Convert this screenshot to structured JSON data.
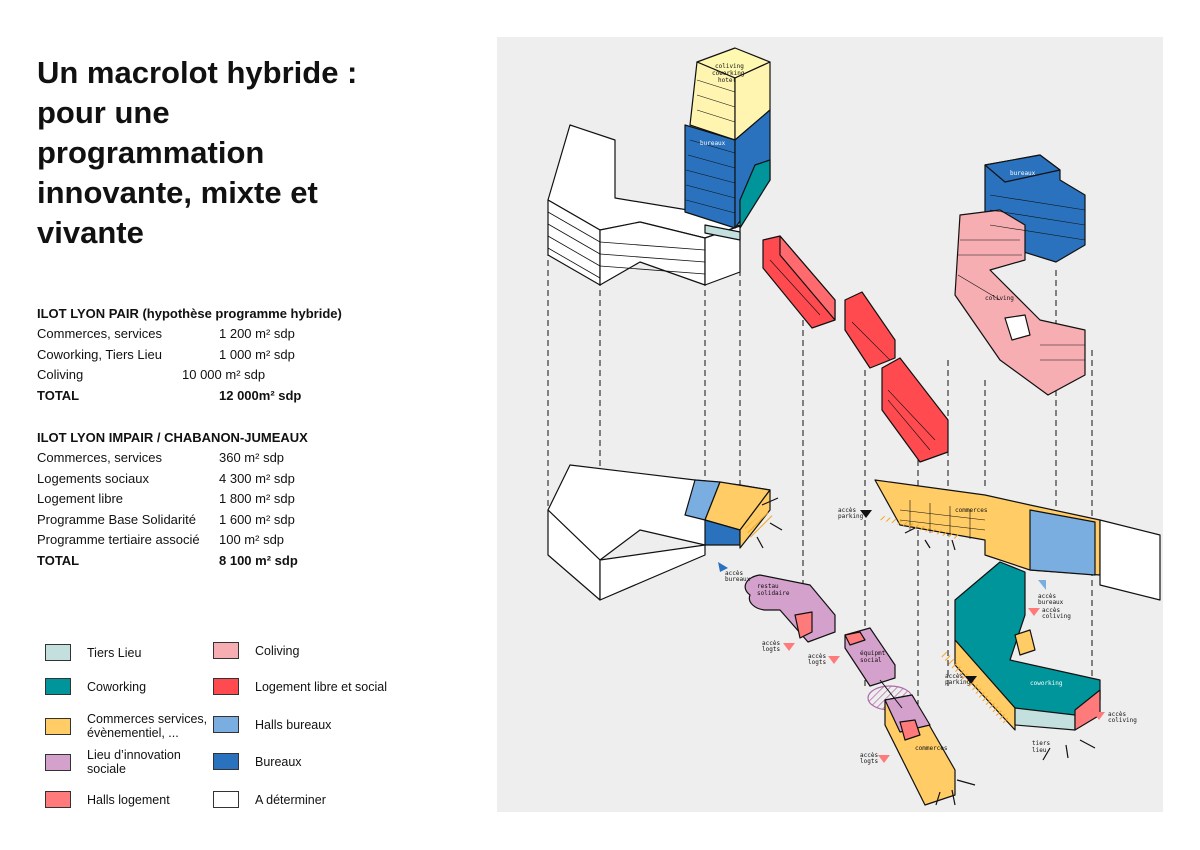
{
  "title": "Un macrolot hybride : pour une programmation innovante, mixte et vivante",
  "programs": [
    {
      "heading": "ILOT LYON PAIR (hypothèse programme hybride)",
      "rows": [
        {
          "label": "Commerces, services",
          "value": "1 200 m² sdp"
        },
        {
          "label": "Coworking, Tiers Lieu",
          "value": "1 000 m² sdp"
        },
        {
          "label": "Coliving",
          "value": "10 000 m² sdp"
        }
      ],
      "total": {
        "label": "TOTAL",
        "value": "12 000m² sdp"
      }
    },
    {
      "heading": "ILOT LYON IMPAIR / CHABANON-JUMEAUX",
      "rows": [
        {
          "label": "Commerces, services",
          "value": "360 m² sdp"
        },
        {
          "label": "Logements sociaux",
          "value": "4 300 m² sdp"
        },
        {
          "label": "Logement libre",
          "value": "1 800 m² sdp"
        },
        {
          "label": "Programme Base Solidarité",
          "value": "1 600 m² sdp"
        },
        {
          "label": "Programme tertiaire associé",
          "value": "100 m² sdp"
        }
      ],
      "total": {
        "label": "TOTAL",
        "value": "8 100 m² sdp"
      }
    }
  ],
  "legend": [
    {
      "label": "Tiers Lieu",
      "color": "#c3dfde"
    },
    {
      "label": "Coworking",
      "color": "#00959b"
    },
    {
      "label": "Commerces services, évènementiel, ...",
      "color": "#ffcc66"
    },
    {
      "label": "Lieu d’innovation sociale",
      "color": "#d4a0cc"
    },
    {
      "label": "Halls logement",
      "color": "#ff7b7b"
    },
    {
      "label": "Coliving",
      "color": "#f7aeb2"
    },
    {
      "label": "Logement libre et social",
      "color": "#ff4b50"
    },
    {
      "label": "Halls bureaux",
      "color": "#7aaee0"
    },
    {
      "label": "Bureaux",
      "color": "#2a72bd"
    },
    {
      "label": "A déterminer",
      "color": "#ffffff"
    }
  ],
  "diagram": {
    "tower_label": [
      "coliving",
      "coworking",
      "hotel"
    ],
    "bureaux_tower": "bureaux",
    "bureaux_right": "bureaux",
    "coliving": "coliving",
    "commerces_strip": "commerces",
    "acces_parking_1": [
      "accès",
      "parking"
    ],
    "acces_parking_2": [
      "accès",
      "parking"
    ],
    "acces_bureaux_1": [
      "accès",
      "bureaux"
    ],
    "acces_bureaux_2": [
      "accès",
      "bureaux"
    ],
    "acces_coliving_1": [
      "accès",
      "coliving"
    ],
    "acces_coliving_2": [
      "accès",
      "coliving"
    ],
    "acces_logts_1": [
      "accès",
      "logts"
    ],
    "acces_logts_2": [
      "accès",
      "logts"
    ],
    "acces_logts_3": [
      "accès",
      "logts"
    ],
    "restau": [
      "restau",
      "solidaire"
    ],
    "equipmt": [
      "équipmt",
      "social"
    ],
    "commerces_bottom": "commerces",
    "coworking": "coworking",
    "tiers_lieu": [
      "tiers",
      "lieu"
    ]
  }
}
